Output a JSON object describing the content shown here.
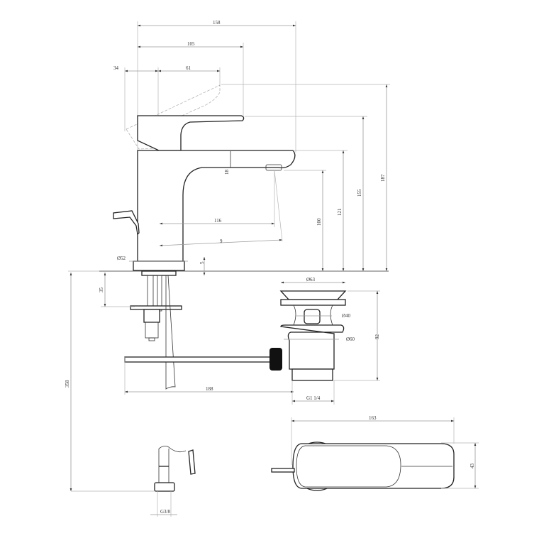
{
  "drawing": {
    "title": "Basin mixer technical dimension drawing",
    "side_view": {
      "width_dims": {
        "overall": "158",
        "handle_reach": "105",
        "handle_offset": "34",
        "handle_length": "61"
      },
      "height_dims": {
        "spout_outlet": "100",
        "spout_underside": "121",
        "handle_top": "155",
        "lever_raised": "187"
      },
      "spout_thickness": "18",
      "spout_reach": "116",
      "spout_angle_reach": "9",
      "base_diameter": "Ø52",
      "base_height": "5"
    },
    "under_counter": {
      "mount_depth": "35",
      "total_length": "358",
      "rod_length": "188",
      "hose_thread": "G3/8"
    },
    "waste": {
      "top_diameter": "Ø63",
      "inner_diameter": "Ø40",
      "flange_diameter": "Ø60",
      "height": "92",
      "thread": "G1 1/4"
    },
    "top_view": {
      "length": "163",
      "width": "43"
    }
  }
}
